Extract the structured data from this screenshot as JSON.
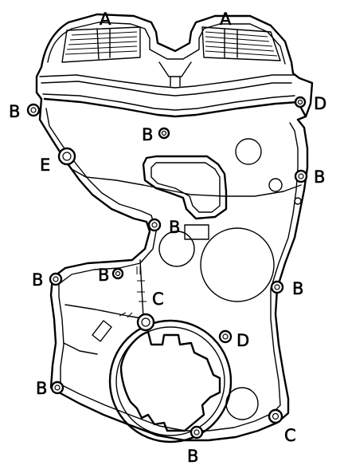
{
  "diagram": {
    "labels": [
      {
        "key": "a_left",
        "text": "A"
      },
      {
        "key": "a_right",
        "text": "A"
      },
      {
        "key": "b_upper_left",
        "text": "B"
      },
      {
        "key": "d_upper_right",
        "text": "D"
      },
      {
        "key": "b_center",
        "text": "B"
      },
      {
        "key": "e_left",
        "text": "E"
      },
      {
        "key": "b_right_upper",
        "text": "B"
      },
      {
        "key": "b_mid_center",
        "text": "B"
      },
      {
        "key": "b_left_mid",
        "text": "B"
      },
      {
        "key": "b_center_low",
        "text": "B"
      },
      {
        "key": "c_center",
        "text": "C"
      },
      {
        "key": "b_right_mid",
        "text": "B"
      },
      {
        "key": "d_lower",
        "text": "D"
      },
      {
        "key": "b_lower_left",
        "text": "B"
      },
      {
        "key": "c_lower_right",
        "text": "C"
      },
      {
        "key": "b_bottom",
        "text": "B"
      }
    ]
  }
}
